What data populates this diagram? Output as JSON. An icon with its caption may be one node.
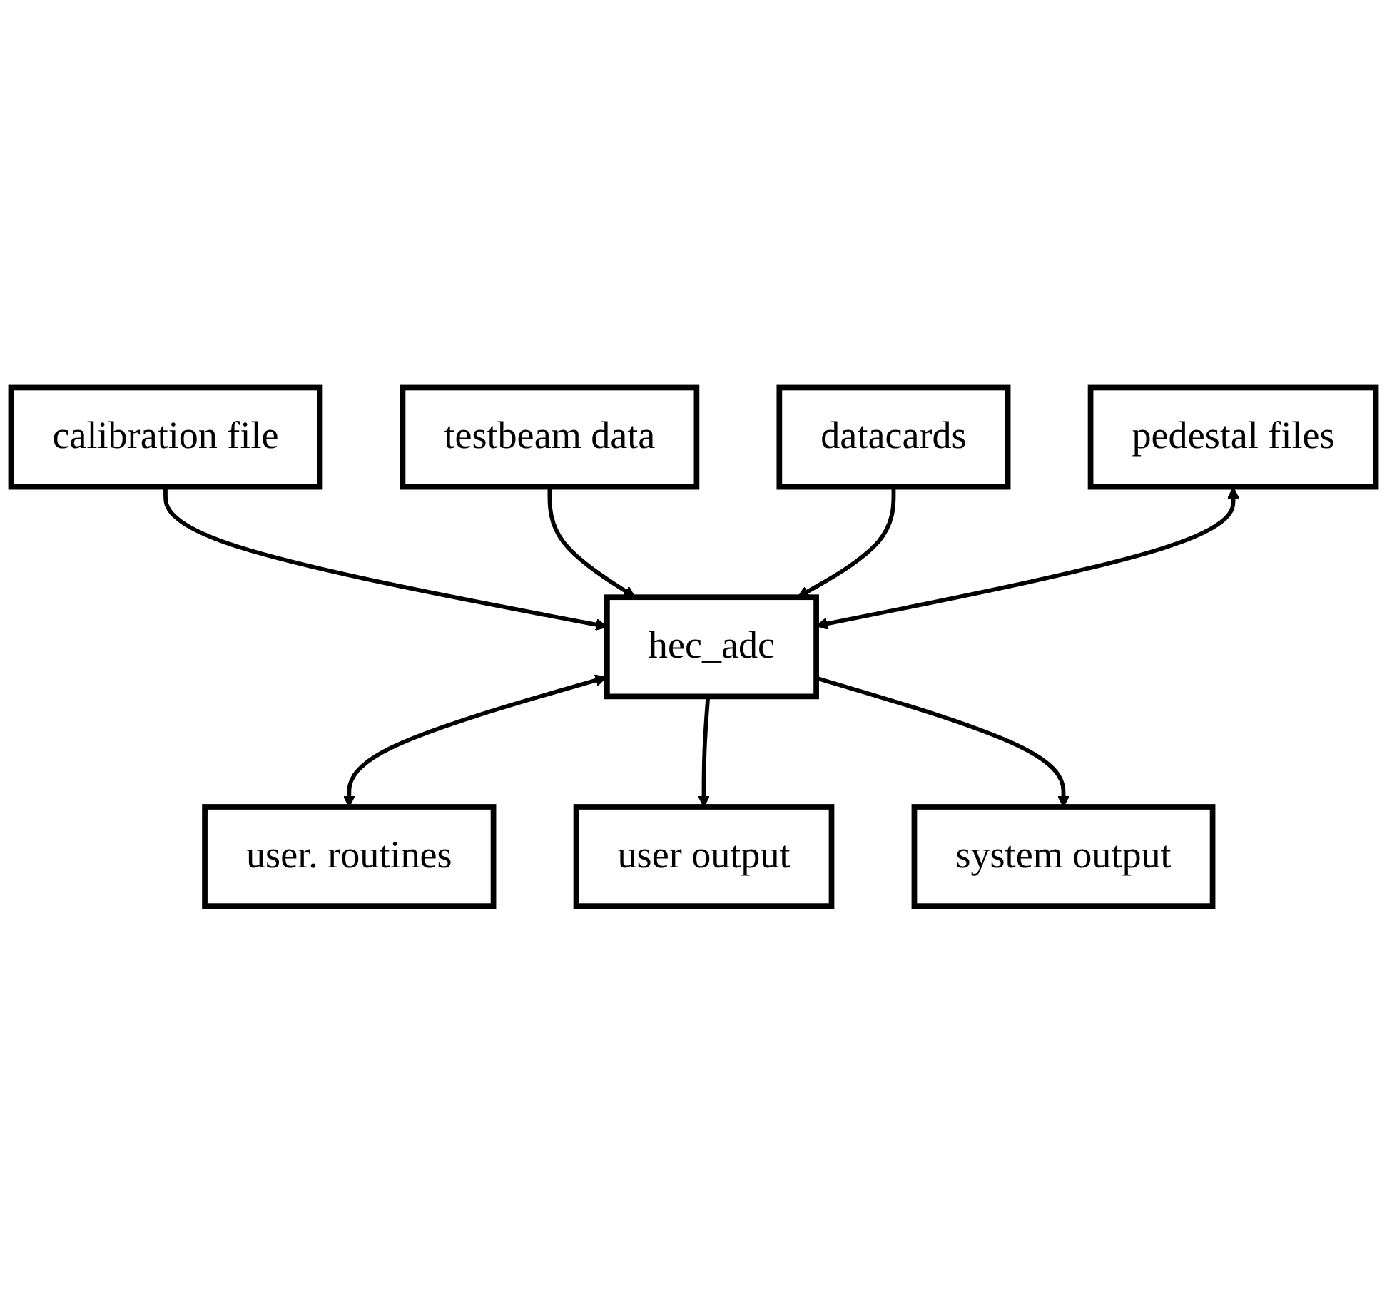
{
  "diagram": {
    "nodes": [
      {
        "text": [
          "testbeam data"
        ]
      },
      {
        "text": [
          "calibration file"
        ]
      },
      {
        "text": [
          "datacards"
        ]
      },
      {
        "text": [
          "hec_adc"
        ]
      },
      {
        "text": [
          "pedestal files"
        ]
      },
      {
        "text": [
          "user. routines"
        ]
      },
      {
        "text": [
          "user output"
        ]
      },
      {
        "text": [
          "system output"
        ]
      }
    ],
    "edges": [
      {
        "from": 1,
        "to": 3,
        "arrow": "to"
      },
      {
        "from": 0,
        "to": 3,
        "arrow": "to"
      },
      {
        "from": 2,
        "to": 3,
        "arrow": "to"
      },
      {
        "from": 4,
        "to": 3,
        "arrow": "both"
      },
      {
        "from": 3,
        "to": 5,
        "arrow": "both"
      },
      {
        "from": 3,
        "to": 6,
        "arrow": "to"
      },
      {
        "from": 3,
        "to": 7,
        "arrow": "to"
      }
    ]
  }
}
